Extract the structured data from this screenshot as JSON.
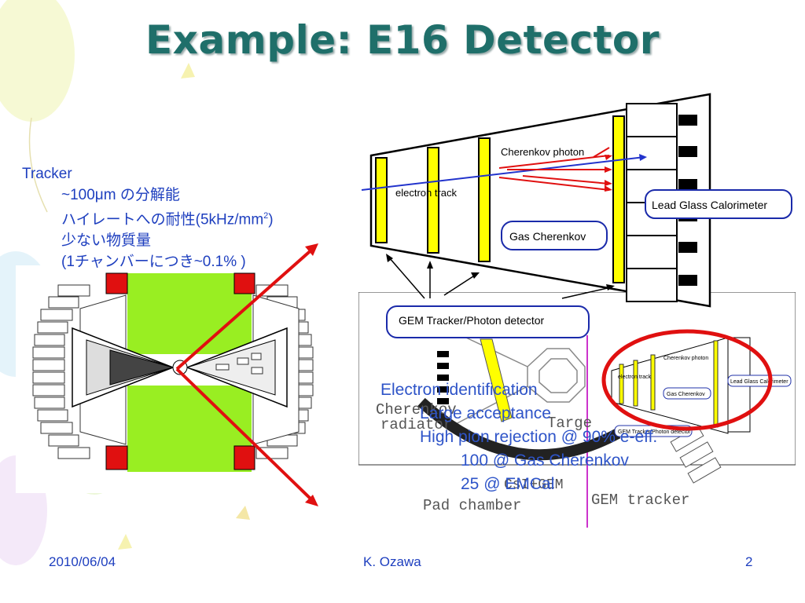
{
  "slide": {
    "title": "Example: E16 Detector",
    "tracker": {
      "heading": "Tracker",
      "items": [
        "~100μm の分解能",
        "ハイレートへの耐性(5kHz/mm",
        "少ない物質量",
        "(1チャンバーにつき~0.1% )"
      ],
      "superscript": "2",
      "item2_tail": ")"
    },
    "electron_id": {
      "lines": [
        "Electron identification",
        "Large acceptance",
        "High pion rejection @ 90% e-eff.",
        "100 @ Gas Cherenkov",
        "25 @ EMCal"
      ]
    },
    "detector_labels": {
      "cherenkov_photon": "Cherenkov photon",
      "electron_track": "electron track",
      "lead_glass": "Lead Glass Calorimeter",
      "gas_cherenkov": "Gas Cherenkov",
      "gem_tracker": "GEM Tracker/Photon detector"
    },
    "scan_labels": {
      "cherenkov_radiator_1": "Cherenkov",
      "cherenkov_radiator_2": "radiator",
      "target": "Targe",
      "csi_gem": "CsI+GEM",
      "pad_chamber": "Pad chamber",
      "gem_tracker": "GEM tracker"
    },
    "footer": {
      "date": "2010/06/04",
      "author": "K. Ozawa",
      "page": "2"
    },
    "colors": {
      "title": "#1f6f6a",
      "text_blue": "#1e3fbf",
      "yellow": "#ffff00",
      "green": "#99ee22",
      "red": "#e01010"
    }
  }
}
